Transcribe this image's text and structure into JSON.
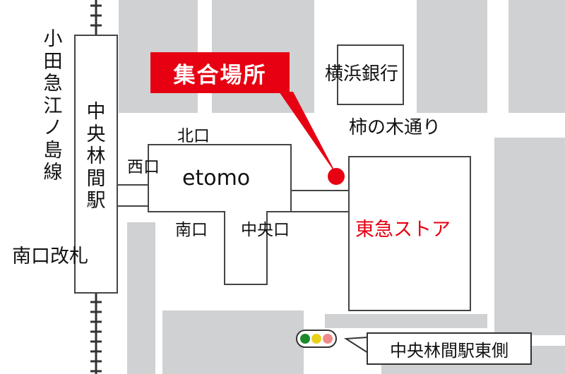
{
  "map": {
    "callout": {
      "label": "集合場所"
    },
    "station": {
      "name_vertical": "中央林間駅",
      "line_vertical": "小田急江ノ島線",
      "gate": "南口改札"
    },
    "building": {
      "name": "etomo",
      "exits": {
        "north": "北口",
        "west": "西口",
        "south": "南口",
        "central": "中央口"
      }
    },
    "landmarks": {
      "bank": "横浜銀行",
      "store": "東急ストア",
      "street": "柿の木通り"
    },
    "signal": {
      "label": "中央林間駅東側"
    },
    "colors": {
      "road": "#cfd1d3",
      "accent": "#e60012",
      "line": "#444444",
      "signal_green": "#1a8a2a",
      "signal_yellow": "#e8d11a",
      "signal_red": "#f08a8a"
    }
  }
}
